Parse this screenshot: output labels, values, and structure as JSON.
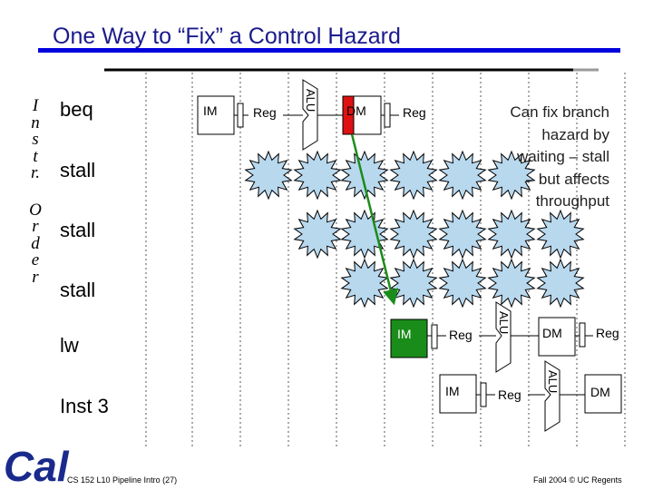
{
  "slide": {
    "title": "One Way to “Fix” a Control Hazard",
    "order_label": [
      "I",
      "n",
      "s",
      "t",
      "r.",
      "",
      "O",
      "r",
      "d",
      "e",
      "r"
    ],
    "note": "Can fix branch hazard by waiting – stall – but affects throughput",
    "footer_left": "CS 152 L10 Pipeline Intro (27)",
    "footer_right": "Fall 2004 © UC Regents",
    "logo_text": "Cal"
  },
  "instructions": [
    "beq",
    "stall",
    "stall",
    "stall",
    "lw",
    "Inst 3"
  ],
  "stages": {
    "im": "IM",
    "reg": "Reg",
    "alu": "ALU",
    "dm": "DM"
  },
  "colors": {
    "title": "#1a1a8c",
    "rule": "#0000dd",
    "dm_highlight": "#dd1111",
    "im_highlight": "#1a8c1a",
    "arrow": "#1a8c1a",
    "bubble_fill": "#b8d8ee",
    "logo": "#1a2a8c"
  }
}
